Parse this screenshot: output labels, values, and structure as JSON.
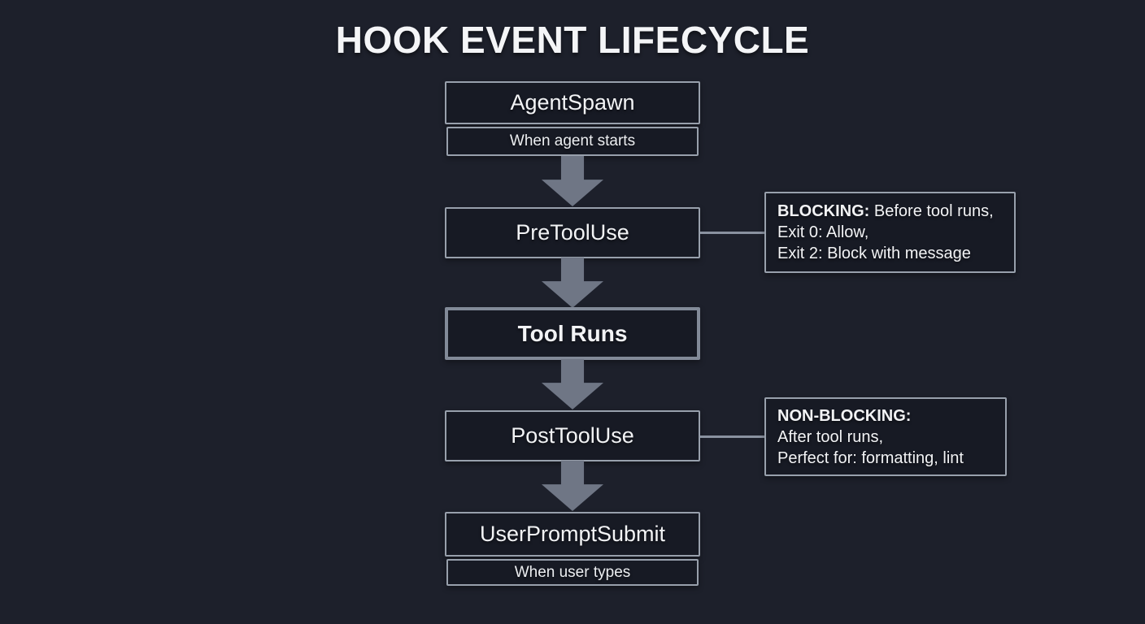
{
  "title": "HOOK EVENT LIFECYCLE",
  "nodes": {
    "agent_spawn": {
      "label": "AgentSpawn",
      "sublabel": "When agent starts"
    },
    "pre_tool_use": {
      "label": "PreToolUse"
    },
    "tool_runs": {
      "label": "Tool Runs"
    },
    "post_tool_use": {
      "label": "PostToolUse"
    },
    "user_prompt_submit": {
      "label": "UserPromptSubmit",
      "sublabel": "When user types"
    }
  },
  "annotations": {
    "blocking": {
      "lead": "BLOCKING:",
      "line1_rest": " Before tool runs,",
      "line2": "Exit 0: Allow,",
      "line3": "Exit 2: Block with message"
    },
    "non_blocking": {
      "lead": "NON-BLOCKING:",
      "line2": "After tool runs,",
      "line3": "Perfect for: formatting, lint"
    }
  },
  "colors": {
    "background": "#1d202b",
    "node_fill": "#171a24",
    "node_border": "#98a0ac",
    "emphasis_border": "#828a98",
    "arrow": "#6f7685",
    "connector": "#8a92a0",
    "text": "#f2f3f5"
  }
}
